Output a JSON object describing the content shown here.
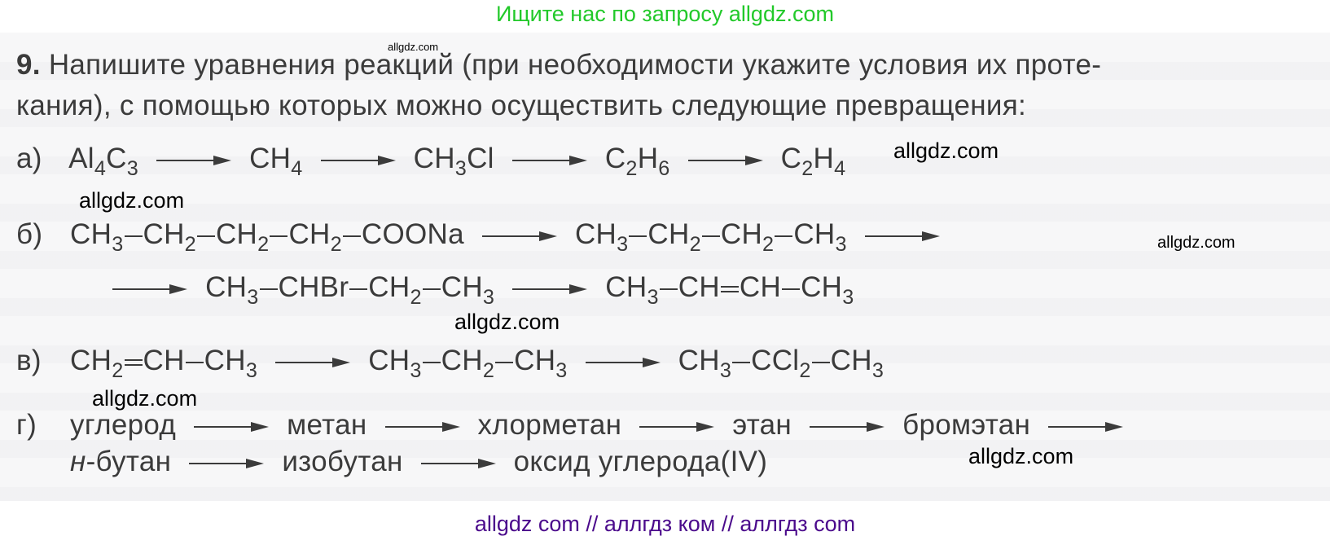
{
  "banner_top": "Ищите нас по запросу allgdz.com",
  "banner_bottom": "allgdz com  //  аллгдз ком  //  аллгдз com",
  "watermark": "allgdz.com",
  "task": {
    "number": "9.",
    "text_line1": "Напишите уравнения реакций (при необходимости укажите условия их проте-",
    "text_line2": "кания), с помощью которых можно осуществить следующие превращения:"
  },
  "items": {
    "a": {
      "label": "а)",
      "chain": [
        "Al4C3",
        "CH4",
        "CH3Cl",
        "C2H6",
        "C2H4"
      ]
    },
    "b": {
      "label": "б)",
      "chain": [
        "CH3—CH2—CH2—CH2—COONa",
        "CH3—CH2—CH2—CH3",
        "CH3—CHBr—CH2—CH3",
        "CH3—CH=CH—CH3"
      ]
    },
    "v": {
      "label": "в)",
      "chain": [
        "CH2=CH—CH3",
        "CH3—CH2—CH3",
        "CH3—CCl2—CH3"
      ]
    },
    "g": {
      "label": "г)",
      "chain": [
        "углерод",
        "метан",
        "хлорметан",
        "этан",
        "бромэтан",
        "н-бутан",
        "изобутан",
        "оксид углерода(IV)"
      ],
      "words": {
        "w1": "углерод",
        "w2": "метан",
        "w3": "хлорметан",
        "w4": "этан",
        "w5": "бромэтан",
        "w6_prefix": "н",
        "w6_rest": "-бутан",
        "w7": "изобутан",
        "w8": "оксид углерода(IV)"
      }
    }
  },
  "formula_parts": {
    "Al": "Al",
    "C": "C",
    "H": "H",
    "CH": "CH",
    "Cl": "Cl",
    "CH3Cl_Cl": "Cl",
    "COONa": "—COONa",
    "CHBr": "CHBr",
    "CCl": "CCl",
    "s2": "2",
    "s3": "3",
    "s4": "4",
    "s6": "6"
  },
  "colors": {
    "banner_top": "#22c92a",
    "banner_bottom": "#4b0a8c",
    "text": "#3b3b3b",
    "watermark": "#000000"
  }
}
